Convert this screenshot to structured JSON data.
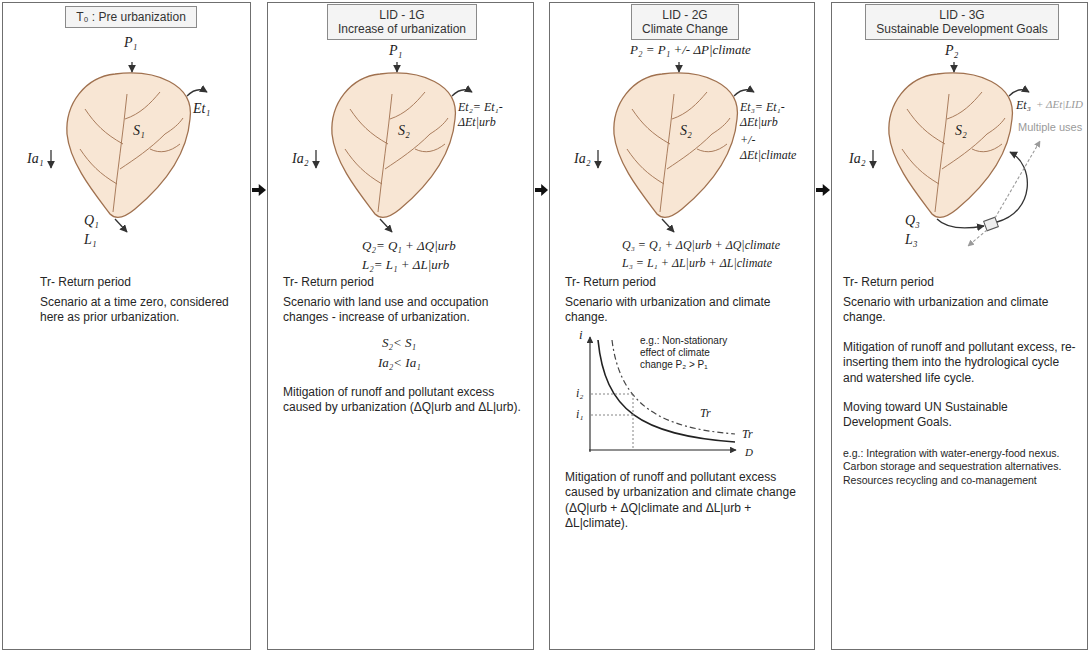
{
  "diagram": {
    "nodes": [
      {
        "text": [
          "Tr- Return period",
          "Scenario at a time zero, considered here as prior urbanization."
        ]
      },
      {
        "text": [
          "T₀ : Pre urbanization"
        ],
        "in": 0
      },
      {
        "text": [
          "Tr- Return period",
          "Scenario with land use and occupation changes - increase of urbanization.",
          "Mitigation of runoff and pollutant excess caused by urbanization (ΔQ|urb and ΔL|urb)."
        ]
      },
      {
        "text": [
          "LID - 1G",
          "Increase of urbanization"
        ],
        "in": 2
      },
      {
        "text": [
          "Tr- Return period",
          "Scenario with urbanization and climate change.",
          "Mitigation of runoff and pollutant excess caused by urbanization and climate change (ΔQ|urb + ΔQ|climate and ΔL|urb + ΔL|climate)."
        ]
      },
      {
        "text": [
          "LID - 2G",
          "Climate Change"
        ],
        "in": 4
      },
      {
        "text": [
          "Tr- Return period",
          "Scenario with urbanization and climate change.",
          "Mitigation of runoff and pollutant excess, re-inserting them into the hydrological cycle and watershed life cycle.",
          "Moving toward UN Sustainable Development Goals.",
          "e.g.: Integration with water-energy-food nexus. Carbon storage and sequestration alternatives. Resources recycling and co-management"
        ]
      },
      {
        "text": [
          "LID - 3G",
          "Sustainable Development Goals"
        ],
        "in": 6
      }
    ],
    "edges": [
      {
        "from": 0,
        "to": 2,
        "arrow": "to"
      },
      {
        "from": 2,
        "to": 4,
        "arrow": "to"
      },
      {
        "from": 4,
        "to": 6,
        "arrow": "to"
      }
    ],
    "labels": [
      "P₁",
      "Et₁",
      "S₁",
      "Ia₁",
      "Q₁",
      "L₁",
      "P₁",
      "Et₂= Et₁- ΔEt|urb",
      "S₂",
      "Ia₂",
      "Q₂= Q₁ + ΔQ|urb",
      "L₂= L₁ + ΔL|urb",
      "S₂< S₁",
      "Ia₂< Ia₁",
      "P₂ = P₁ +/- ΔP|climate",
      "Et₃= Et₁- ΔEt|urb",
      "+/- ΔEt|climate",
      "S₂",
      "Ia₂",
      "Q₃ = Q₁ + ΔQ|urb + ΔQ|climate",
      "L₃ = L₁ + ΔL|urb + ΔL|climate",
      "i",
      "e.g.: Non-stationary effect of climate change P₂ > P₁",
      "i₂",
      "i₁",
      "Tr",
      "Tr",
      "D",
      "P₂",
      "Et₃",
      "+ ΔEt|LID",
      "Multiple uses",
      "S₂",
      "Ia₂",
      "Q₃",
      "L₃"
    ]
  }
}
